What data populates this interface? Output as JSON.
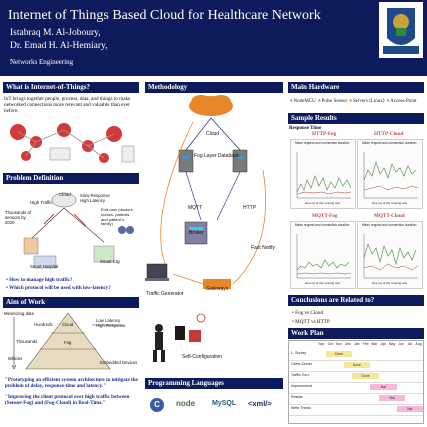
{
  "header": {
    "title": "Internet of Things Based Cloud for Healthcare Network",
    "author1": "Istabraq M. Al-Joboury,",
    "author2": "Dr. Emad H. Al-Hemiary,",
    "department": "Networks Engineering"
  },
  "what_is_iot": {
    "heading": "What is Internet-of-Things?",
    "body": "IoT brings together people, process, data, and things to make networked connections more relevant and valuable than ever before."
  },
  "problem": {
    "heading": "Problem Definition",
    "labels": {
      "cloud": "Cloud",
      "high_traffic": "High Traffic",
      "slow_response": "Slow Response\nHigh Latency",
      "sensors": "Thousands of\nsensors by\n2020",
      "end_user": "End user (doctors,\nnurses, patients\nand patient`s\nfamily)",
      "smart_hospital": "Smart Hospital",
      "smart_city": "Smart City"
    },
    "bullets": [
      "How to manage high traffic?",
      "Which protocol will be used with low-latency?"
    ]
  },
  "aim": {
    "heading": "Aim of Work",
    "labels": {
      "minimizing": "Minimizing data",
      "hundreds": "Hundreds",
      "thousands": "Thousands",
      "millions": "Millions",
      "cloud": "Cloud",
      "fog": "Fog",
      "low_latency": "Low Latency\nHigh Response",
      "embedded": "Embedded Devices"
    },
    "quote1": "\"Prototyping an efficient system architecture to mitigate the problem of delay, response-time and latency.\"",
    "quote2": "\"Improving the client protocol over high traffic between (Sensor-Fog) and (Fog-Cloud) in Real-Time.\""
  },
  "methodology": {
    "heading": "Methodology",
    "labels": {
      "cloud": "Cloud",
      "fog_db": "Fog Layer Database",
      "mqtt": "MQTT",
      "http": "HTTP",
      "broker": "Broker",
      "fast_notify": "Fast Notify",
      "gateways": "Gateways",
      "traffic_gen": "Traffic Generator",
      "self_config": "Self-Configuration"
    }
  },
  "languages": {
    "heading": "Programming Languages",
    "items": [
      "C",
      "node",
      "MySQL",
      "<xml/>"
    ]
  },
  "hardware": {
    "heading": "Main Hardware",
    "items": [
      "NodeMCU",
      "Pulse Sensor",
      "Servers (Linux)",
      "Access-Point"
    ]
  },
  "results": {
    "heading": "Sample Results",
    "subheading": "Response Time",
    "charts": [
      {
        "title": "HTTP-Fog",
        "subtitle": "Mean request and connection duration",
        "xlabel": "time (s) of the running test"
      },
      {
        "title": "HTTP-Cloud",
        "subtitle": "Mean request and connection duration",
        "xlabel": "time (s) of the running test"
      },
      {
        "title": "MQTT-Fog",
        "subtitle": "Mean request and connection duration",
        "xlabel": "time (s) of the running test"
      },
      {
        "title": "MQTT-Cloud",
        "subtitle": "Mean request and connection duration",
        "xlabel": "time (s) of the running test"
      }
    ]
  },
  "conclusions": {
    "heading": "Conclusions are Related to?",
    "items": [
      "Fog vs Cloud",
      "MQTT vs HTTP"
    ]
  },
  "workplan": {
    "heading": "Work Plan",
    "months": [
      "Sep",
      "Oct",
      "Nov",
      "Dec",
      "Jan",
      "Feb",
      "Mar",
      "Apr",
      "May",
      "Jun",
      "Jul",
      "Aug"
    ],
    "rows": [
      {
        "label": "L. Survey",
        "tag": "Done",
        "start": 1,
        "span": 3,
        "color": "#f4e79a"
      },
      {
        "label": "Client-Server",
        "tag": "Done",
        "start": 3,
        "span": 3,
        "color": "#f4e79a"
      },
      {
        "label": "Traffic Gen.",
        "tag": "Done",
        "start": 4,
        "span": 3,
        "color": "#f4e79a"
      },
      {
        "label": "Improvement",
        "tag": "Nal",
        "start": 6,
        "span": 3,
        "color": "#f7b7d6"
      },
      {
        "label": "Results",
        "tag": "Nal",
        "start": 7,
        "span": 3,
        "color": "#f7b7d6"
      },
      {
        "label": "Write Thesis",
        "tag": "Nal",
        "start": 9,
        "span": 3,
        "color": "#f7b7d6"
      }
    ]
  },
  "colors": {
    "navy": "#0d1a5c",
    "orange": "#e8862a",
    "green_line": "#4a8a3a",
    "red_line": "#b83a3a",
    "pink": "#f7b7d6",
    "yellow": "#f4e79a"
  }
}
